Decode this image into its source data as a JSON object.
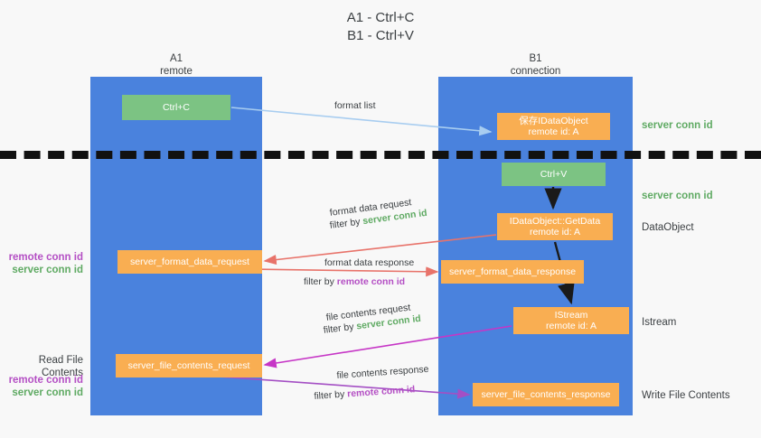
{
  "title": {
    "line1": "A1 - Ctrl+C",
    "line2": "B1 - Ctrl+V"
  },
  "columns": {
    "a1": {
      "name": "A1",
      "role": "remote"
    },
    "b1": {
      "name": "B1",
      "role": "connection"
    }
  },
  "boxes": {
    "ctrl_c": "Ctrl+C",
    "save_idataobject": {
      "line1": "保存IDataObject",
      "line2": "remote id: A"
    },
    "ctrl_v": "Ctrl+V",
    "getdata": {
      "line1": "IDataObject::GetData",
      "line2": "remote id: A"
    },
    "format_data_request": "server_format_data_request",
    "format_data_response": "server_format_data_response",
    "istream": {
      "line1": "IStream",
      "line2": "remote id: A"
    },
    "file_contents_request": "server_file_contents_request",
    "file_contents_response": "server_file_contents_response"
  },
  "links": {
    "format_list": "format list",
    "format_data_request": "format data request",
    "format_data_request_filter_prefix": "filter by ",
    "format_data_request_filter_value": "server conn id",
    "format_data_response": "format data response",
    "format_data_response_filter_prefix": "filter by ",
    "format_data_response_filter_value": "remote conn id",
    "file_contents_request": "file contents request",
    "file_contents_request_filter_prefix": "filter by ",
    "file_contents_request_filter_value": "server conn id",
    "file_contents_response": "file contents response",
    "file_contents_response_filter_prefix": "filter by ",
    "file_contents_response_filter_value": "remote conn id"
  },
  "side_labels": {
    "server_conn_id_top": "server conn id",
    "server_conn_id_mid": "server conn id",
    "dataobject": "DataObject",
    "istream": "Istream",
    "write_file_contents": "Write File Contents",
    "read_file_contents": "Read File Contents",
    "remote_conn_id_1": "remote conn id",
    "server_conn_id_1": "server conn id",
    "remote_conn_id_2": "remote conn id",
    "server_conn_id_2": "server conn id"
  },
  "colors": {
    "panel_blue": "#4a82dd",
    "box_green": "#7cc383",
    "box_orange": "#f9ae52",
    "arrow_lightblue": "#a8cdf0",
    "arrow_red": "#e8736a",
    "arrow_magenta": "#c636c6",
    "arrow_purple": "#a44fc4",
    "arrow_black": "#1a1a1a",
    "text_green": "#5faa63",
    "text_purple": "#b44fc4",
    "background": "#f8f8f8"
  }
}
